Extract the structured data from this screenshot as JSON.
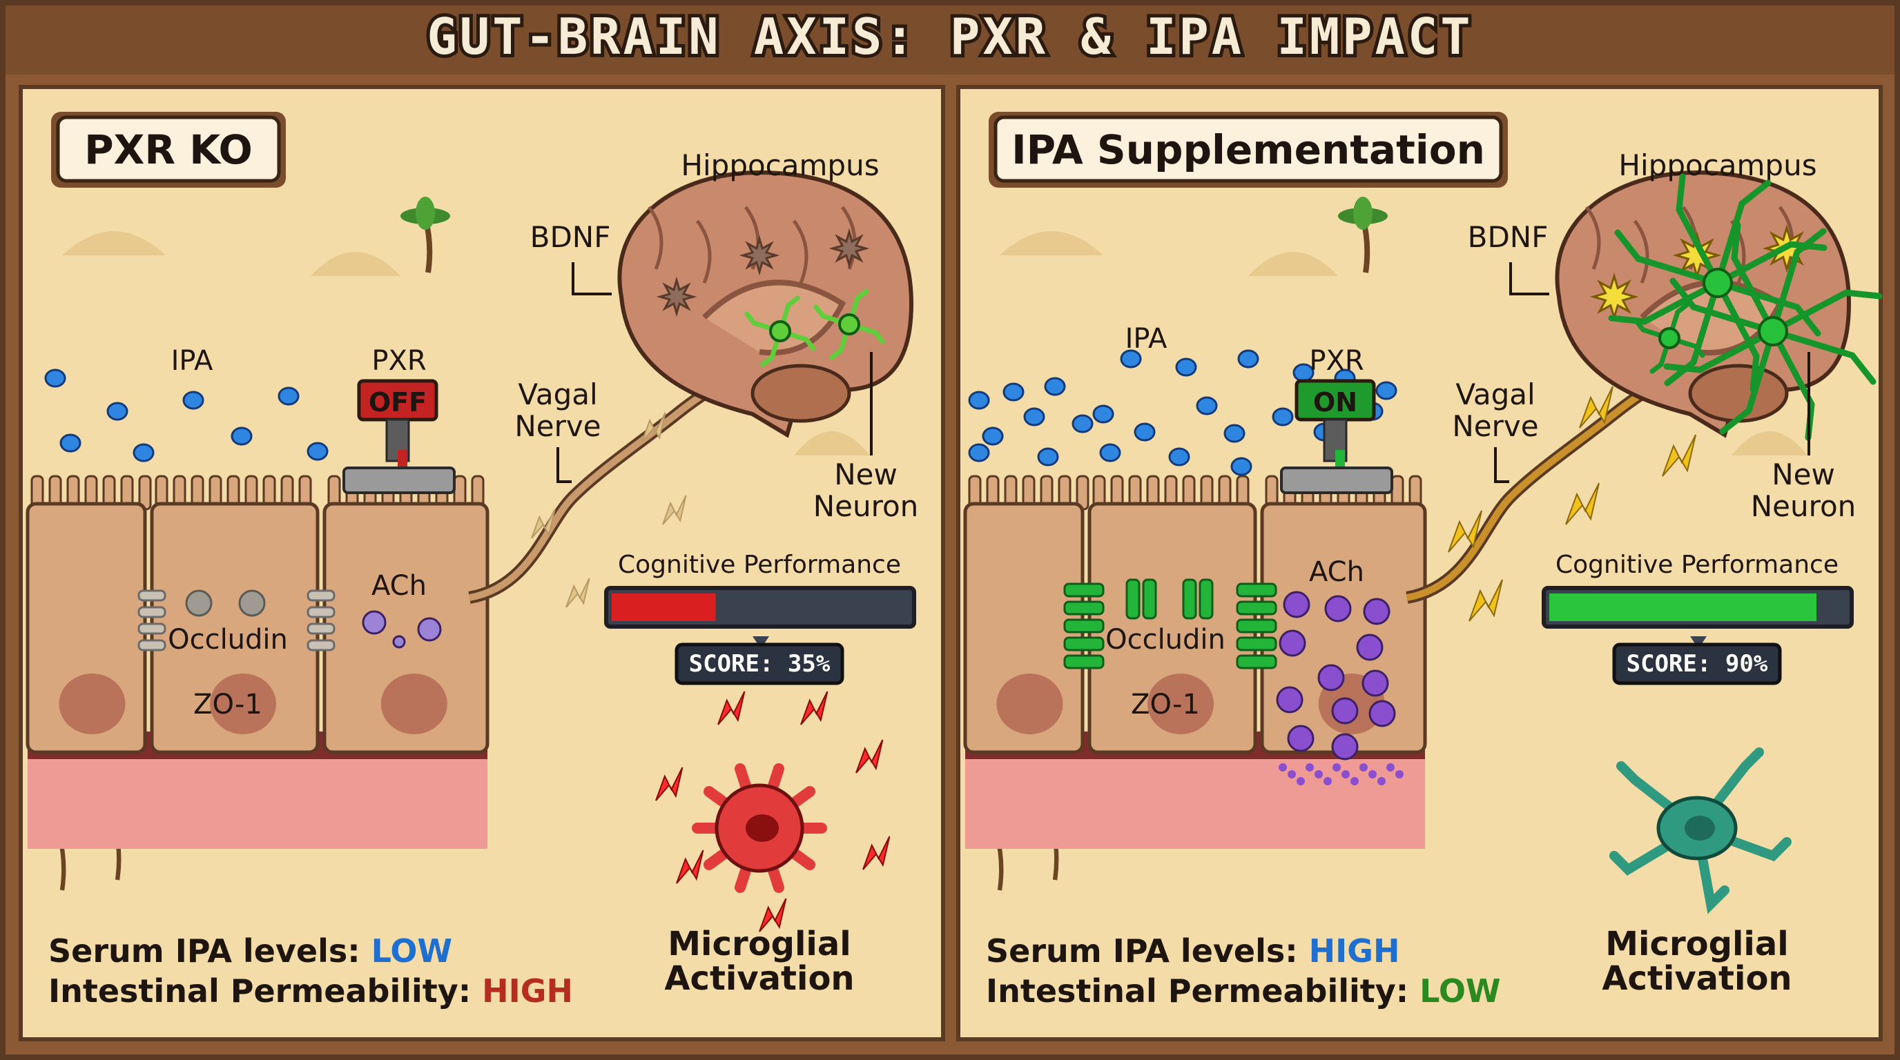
{
  "title": "GUT-BRAIN AXIS: PXR & IPA IMPACT",
  "colors": {
    "frame": "#8b5a34",
    "panel_bg": "#f3dca8",
    "cell": "#d9a77d",
    "cell_dark": "#b98760",
    "ipa": "#2f86e0",
    "ach": "#8a4fcf",
    "junction_on": "#22b53a",
    "inflamed": "#e23b3b",
    "resting": "#2f9a80",
    "neuron": "#5fce3a",
    "signal": "#f2c21b",
    "low_text": "#1f6fd0",
    "high_text": "#b42d1f",
    "good_text": "#2a8a1f"
  },
  "panels": [
    {
      "id": "pxr-ko",
      "heading": "PXR KO",
      "labels": {
        "hippocampus": "Hippocampus",
        "bdnf": "BDNF",
        "ipa": "IPA",
        "pxr": "PXR",
        "switch": "OFF",
        "vagal": [
          "Vagal",
          "Nerve"
        ],
        "new_neuron": [
          "New",
          "Neuron"
        ],
        "ach": "ACh",
        "occludin": "Occludin",
        "zo1": "ZO-1",
        "cognitive": "Cognitive Performance",
        "score": "SCORE: 35%",
        "microglia": [
          "Microglial",
          "Activation"
        ]
      },
      "cognitive_score": 0.35,
      "switch_state": "off",
      "microglia_state": "inflamed",
      "stats": [
        {
          "label": "Serum IPA levels: ",
          "value": "LOW",
          "tone": "low"
        },
        {
          "label": "Intestinal Permeability: ",
          "value": "HIGH",
          "tone": "bad"
        }
      ]
    },
    {
      "id": "ipa-supplementation",
      "heading": "IPA Supplementation",
      "labels": {
        "hippocampus": "Hippocampus",
        "bdnf": "BDNF",
        "ipa": "IPA",
        "pxr": "PXR",
        "switch": "ON",
        "vagal": [
          "Vagal",
          "Nerve"
        ],
        "new_neuron": [
          "New",
          "Neuron"
        ],
        "ach": "ACh",
        "occludin": "Occludin",
        "zo1": "ZO-1",
        "cognitive": "Cognitive Performance",
        "score": "SCORE: 90%",
        "microglia": [
          "Microglial",
          "Activation"
        ]
      },
      "cognitive_score": 0.9,
      "switch_state": "on",
      "microglia_state": "resting",
      "stats": [
        {
          "label": "Serum IPA levels: ",
          "value": "HIGH",
          "tone": "low"
        },
        {
          "label": "Intestinal Permeability: ",
          "value": "LOW",
          "tone": "good"
        }
      ]
    }
  ]
}
